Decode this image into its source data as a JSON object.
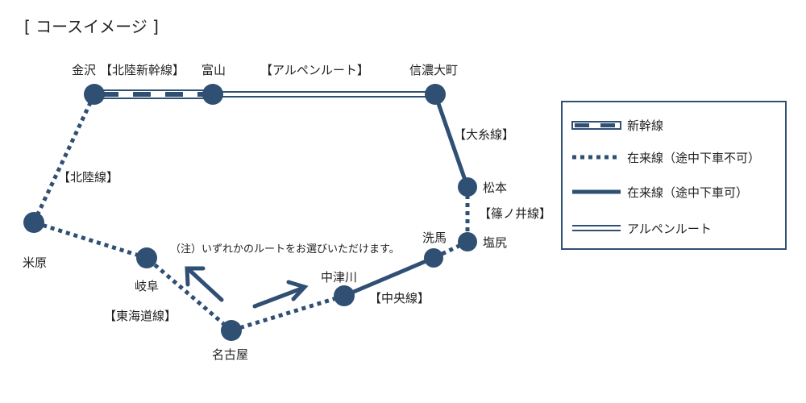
{
  "header": {
    "title": "[ コースイメージ ]"
  },
  "stations": {
    "kanazawa": "金沢",
    "toyama": "富山",
    "shinano_omachi": "信濃大町",
    "matsumoto": "松本",
    "shiojiri": "塩尻",
    "senba": "洗馬",
    "nakatsugawa": "中津川",
    "nagoya": "名古屋",
    "gifu": "岐阜",
    "maibara": "米原"
  },
  "lines": {
    "hokuriku_shinkansen": "【北陸新幹線】",
    "alpine_route": "【アルペンルート】",
    "oito": "【大糸線】",
    "shinonoi": "【篠ノ井線】",
    "chuo": "【中央線】",
    "tokaido": "【東海道線】",
    "hokuriku": "【北陸線】"
  },
  "note": "（注）いずれかのルートをお選びいただけます。",
  "legend": {
    "shinkansen": "新幹線",
    "conventional_no_stopover": "在来線（途中下車不可）",
    "conventional_stopover": "在来線（途中下車可）",
    "alpine_route": "アルペンルート"
  },
  "colors": {
    "line": "#2f4f73",
    "station": "#2f4f73",
    "background": "#ffffff",
    "text": "#222222"
  }
}
